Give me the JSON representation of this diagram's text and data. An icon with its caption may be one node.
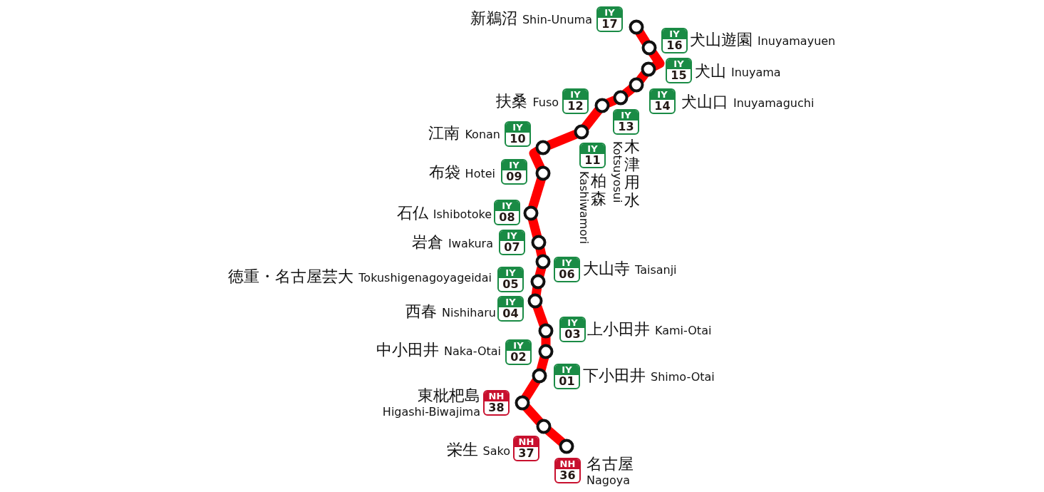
{
  "diagram": {
    "nodes": [
      {
        "text": [],
        "shape": "circle"
      },
      {
        "text": [
          "IY",
          "17"
        ],
        "beside": [
          "新鵜沼",
          "Shin-Unuma"
        ]
      },
      {
        "text": [],
        "shape": "circle"
      },
      {
        "text": [
          "IY",
          "16"
        ],
        "beside": [
          "犬山遊園",
          "Inuyamayuen"
        ]
      },
      {
        "text": [],
        "shape": "circle"
      },
      {
        "text": [
          "IY",
          "15"
        ],
        "beside": [
          "犬山",
          "Inuyama"
        ]
      },
      {
        "text": [],
        "shape": "circle"
      },
      {
        "text": [
          "IY",
          "14"
        ],
        "beside": [
          "犬山口",
          "Inuyamaguchi"
        ]
      },
      {
        "text": [],
        "shape": "circle"
      },
      {
        "text": [
          "IY",
          "13"
        ],
        "beside": [
          "木津用水",
          "Kotsuyosui"
        ]
      },
      {
        "text": [],
        "shape": "circle"
      },
      {
        "text": [
          "IY",
          "12"
        ],
        "beside": [
          "扶桑",
          "Fuso"
        ]
      },
      {
        "text": [],
        "shape": "circle"
      },
      {
        "text": [
          "IY",
          "11"
        ],
        "beside": [
          "柏森",
          "Kashiwamori"
        ]
      },
      {
        "text": [],
        "shape": "circle"
      },
      {
        "text": [
          "IY",
          "10"
        ],
        "beside": [
          "江南",
          "Konan"
        ]
      },
      {
        "text": [],
        "shape": "circle"
      },
      {
        "text": [
          "IY",
          "09"
        ],
        "beside": [
          "布袋",
          "Hotei"
        ]
      },
      {
        "text": [],
        "shape": "circle"
      },
      {
        "text": [
          "IY",
          "08"
        ],
        "beside": [
          "石仏",
          "Ishibotoke"
        ]
      },
      {
        "text": [],
        "shape": "circle"
      },
      {
        "text": [
          "IY",
          "07"
        ],
        "beside": [
          "岩倉",
          "Iwakura"
        ]
      },
      {
        "text": [],
        "shape": "circle"
      },
      {
        "text": [
          "IY",
          "06"
        ],
        "beside": [
          "大山寺",
          "Taisanji"
        ]
      },
      {
        "text": [],
        "shape": "circle"
      },
      {
        "text": [
          "IY",
          "05"
        ],
        "beside": [
          "徳重・名古屋芸大",
          "Tokushigenagoyageidai"
        ]
      },
      {
        "text": [],
        "shape": "circle"
      },
      {
        "text": [
          "IY",
          "04"
        ],
        "beside": [
          "西春",
          "Nishiharu"
        ]
      },
      {
        "text": [],
        "shape": "circle"
      },
      {
        "text": [
          "IY",
          "03"
        ],
        "beside": [
          "上小田井",
          "Kami-Otai"
        ]
      },
      {
        "text": [],
        "shape": "circle"
      },
      {
        "text": [
          "IY",
          "02"
        ],
        "beside": [
          "中小田井",
          "Naka-Otai"
        ]
      },
      {
        "text": [],
        "shape": "circle"
      },
      {
        "text": [
          "IY",
          "01"
        ],
        "beside": [
          "下小田井",
          "Shimo-Otai"
        ]
      },
      {
        "text": [],
        "shape": "circle"
      },
      {
        "text": [
          "NH",
          "38"
        ],
        "beside": [
          "東枇杷島",
          "Higashi-Biwajima"
        ]
      },
      {
        "text": [],
        "shape": "circle"
      },
      {
        "text": [
          "NH",
          "37"
        ],
        "beside": [
          "栄生",
          "Sako"
        ]
      },
      {
        "text": [],
        "shape": "circle"
      },
      {
        "text": [
          "NH",
          "36"
        ],
        "beside": [
          "名古屋",
          "Nagoya"
        ]
      }
    ],
    "edges": [
      {
        "from": 0,
        "to": 2,
        "arrow": "none"
      },
      {
        "from": 2,
        "to": 4,
        "arrow": "none"
      },
      {
        "from": 4,
        "to": 6,
        "arrow": "none"
      },
      {
        "from": 6,
        "to": 8,
        "arrow": "none"
      },
      {
        "from": 8,
        "to": 10,
        "arrow": "none"
      },
      {
        "from": 10,
        "to": 12,
        "arrow": "none"
      },
      {
        "from": 12,
        "to": 14,
        "arrow": "none"
      },
      {
        "from": 14,
        "to": 16,
        "arrow": "none"
      },
      {
        "from": 16,
        "to": 18,
        "arrow": "none"
      },
      {
        "from": 18,
        "to": 20,
        "arrow": "none"
      },
      {
        "from": 20,
        "to": 22,
        "arrow": "none"
      },
      {
        "from": 22,
        "to": 24,
        "arrow": "none"
      },
      {
        "from": 24,
        "to": 26,
        "arrow": "none"
      },
      {
        "from": 26,
        "to": 28,
        "arrow": "none"
      },
      {
        "from": 28,
        "to": 30,
        "arrow": "none"
      },
      {
        "from": 30,
        "to": 32,
        "arrow": "none"
      },
      {
        "from": 32,
        "to": 34,
        "arrow": "none"
      },
      {
        "from": 34,
        "to": 36,
        "arrow": "none"
      },
      {
        "from": 36,
        "to": 38,
        "arrow": "none"
      }
    ]
  }
}
